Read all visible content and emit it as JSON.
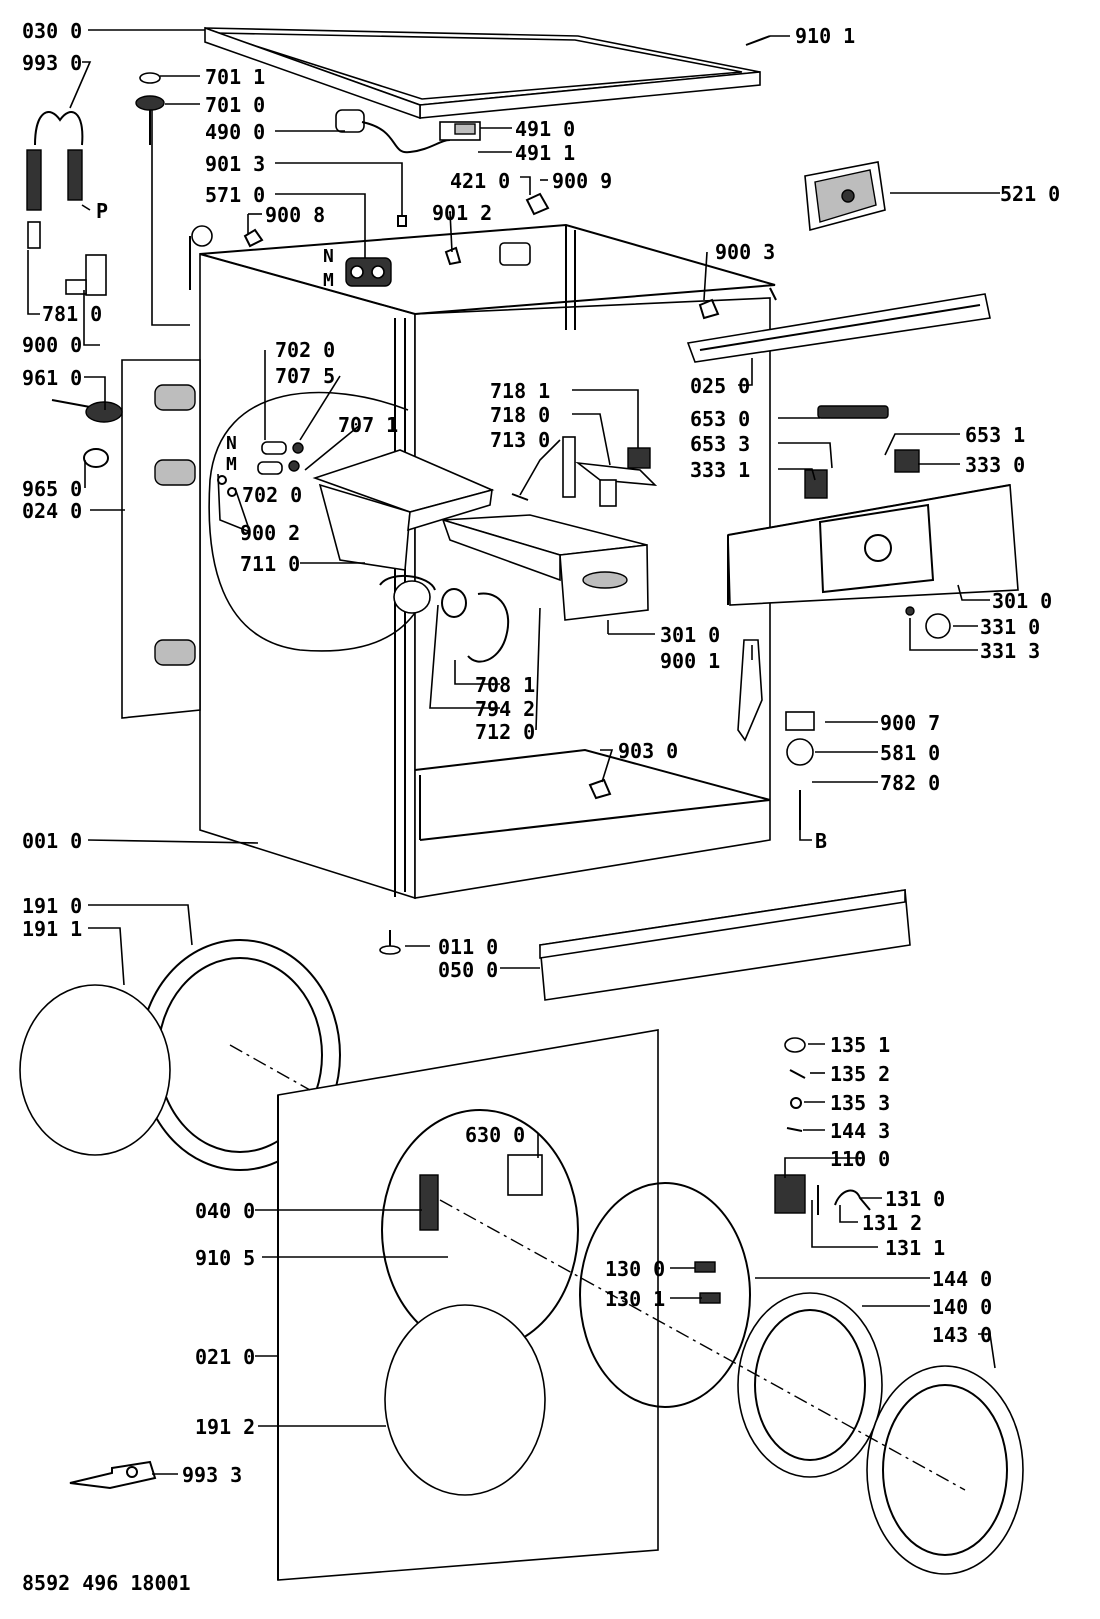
{
  "labels": {
    "l030_0": "030 0",
    "l993_0": "993 0",
    "l910_1": "910 1",
    "l701_1": "701 1",
    "l701_0": "701 0",
    "l490_0": "490 0",
    "l491_0": "491 0",
    "l491_1": "491 1",
    "l901_3": "901 3",
    "l571_0": "571 0",
    "l421_0": "421 0",
    "l900_9": "900 9",
    "l521_0": "521 0",
    "l900_8": "900 8",
    "l901_2": "901 2",
    "lP": "P",
    "l900_3": "900 3",
    "lN1": "N",
    "lM1": "M",
    "l781_0": "781 0",
    "l900_0": "900 0",
    "l702_0a": "702 0",
    "l707_5": "707 5",
    "l025_0": "025 0",
    "l961_0": "961 0",
    "l707_1": "707 1",
    "l718_1": "718 1",
    "l718_0": "718 0",
    "l713_0": "713 0",
    "l653_0": "653 0",
    "l653_3": "653 3",
    "l653_1": "653 1",
    "l333_1": "333 1",
    "l333_0": "333 0",
    "lN2": "N",
    "lM2": "M",
    "l702_0b": "702 0",
    "l965_0": "965 0",
    "l024_0": "024 0",
    "l900_2": "900 2",
    "l711_0": "711 0",
    "l301_0a": "301 0",
    "l331_0": "331 0",
    "l331_3": "331 3",
    "l301_0b": "301 0",
    "l900_1": "900 1",
    "l708_1": "708 1",
    "l794_2": "794 2",
    "l712_0": "712 0",
    "l900_7": "900 7",
    "l903_0": "903 0",
    "l581_0": "581 0",
    "l782_0": "782 0",
    "l001_0": "001 0",
    "lB": "B",
    "l191_0": "191 0",
    "l191_1": "191 1",
    "l011_0": "011 0",
    "l050_0": "050 0",
    "l135_1": "135 1",
    "l135_2": "135 2",
    "l135_3": "135 3",
    "l144_3": "144 3",
    "l630_0": "630 0",
    "l110_0": "110 0",
    "l040_0": "040 0",
    "l131_0": "131 0",
    "l131_2": "131 2",
    "l131_1": "131 1",
    "l910_5": "910 5",
    "l130_0": "130 0",
    "l144_0": "144 0",
    "l130_1": "130 1",
    "l140_0": "140 0",
    "l143_0": "143 0",
    "l021_0": "021 0",
    "l191_2": "191 2",
    "l993_3": "993 3"
  },
  "document_code": "8592 496 18001"
}
